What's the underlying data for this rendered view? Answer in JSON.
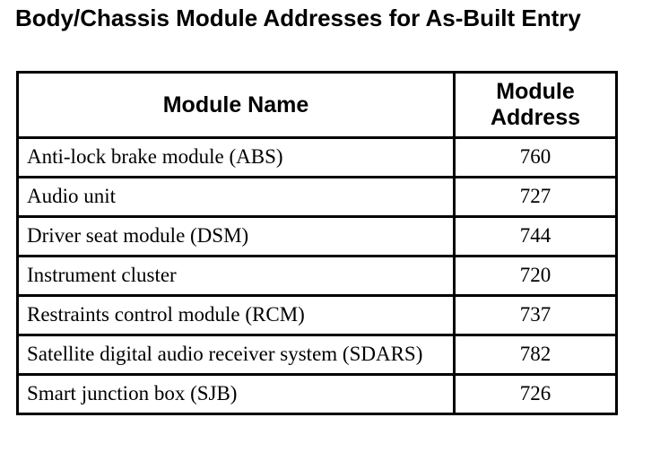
{
  "page": {
    "title": "Body/Chassis Module Addresses for As-Built Entry"
  },
  "table": {
    "columns": [
      "Module Name",
      "Module Address"
    ],
    "rows": [
      {
        "name": "Anti-lock brake module (ABS)",
        "address": "760"
      },
      {
        "name": "Audio unit",
        "address": "727"
      },
      {
        "name": "Driver seat module (DSM)",
        "address": "744"
      },
      {
        "name": "Instrument cluster",
        "address": "720"
      },
      {
        "name": "Restraints control module (RCM)",
        "address": "737"
      },
      {
        "name": "Satellite digital audio receiver system (SDARS)",
        "address": "782"
      },
      {
        "name": "Smart junction box (SJB)",
        "address": "726"
      }
    ]
  }
}
